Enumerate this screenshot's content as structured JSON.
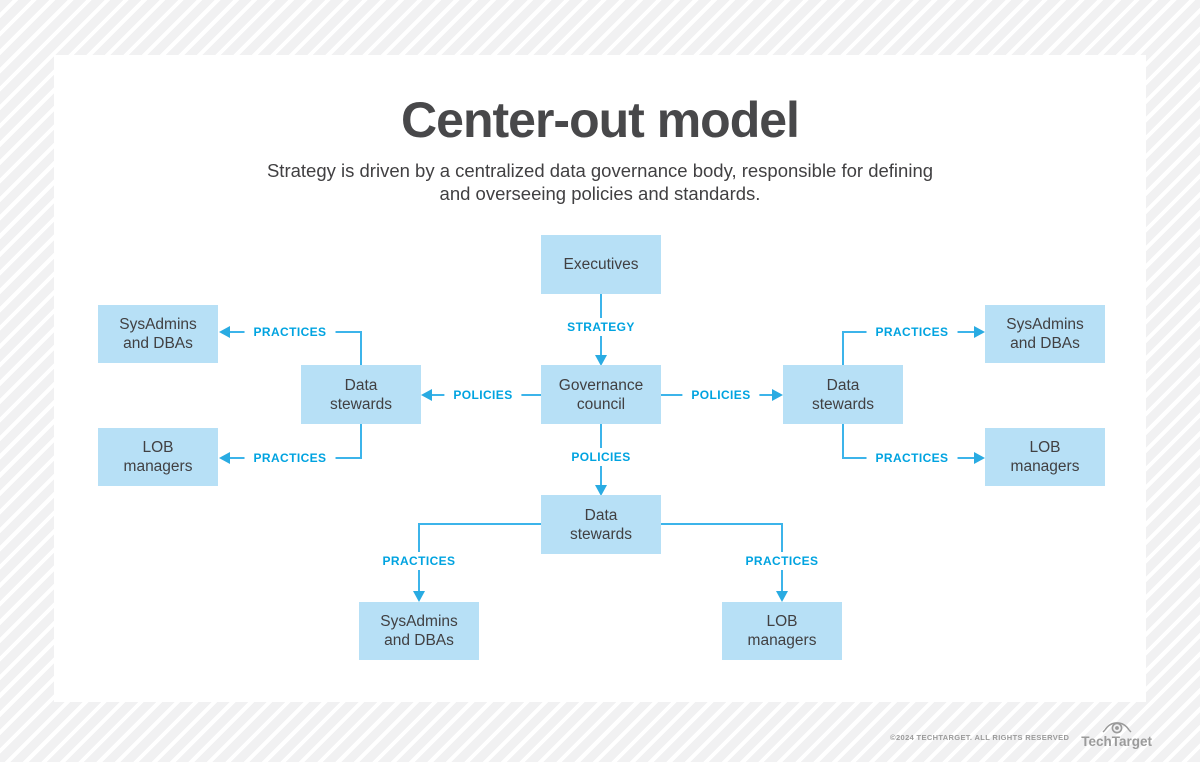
{
  "header": {
    "title": "Center-out model",
    "subtitle_line1": "Strategy is driven by a centralized data governance body, responsible for defining",
    "subtitle_line2": "and overseeing policies and standards."
  },
  "nodes": {
    "executives": "Executives",
    "governance_council": "Governance council",
    "data_stewards_left": "Data stewards",
    "data_stewards_right": "Data stewards",
    "data_stewards_bottom": "Data stewards",
    "sysadmins_left": "SysAdmins and DBAs",
    "sysadmins_right": "SysAdmins and DBAs",
    "sysadmins_bottom": "SysAdmins and DBAs",
    "lob_managers_left": "LOB managers",
    "lob_managers_right": "LOB managers",
    "lob_managers_bottom": "LOB managers"
  },
  "labels": {
    "strategy": "STRATEGY",
    "policies": "POLICIES",
    "practices": "PRACTICES"
  },
  "footer": {
    "copyright": "©2024 TECHTARGET. ALL RIGHTS RESERVED",
    "brand": "TechTarget"
  },
  "colors": {
    "node_fill": "#b7e0f6",
    "connector_line": "#3cb4ea",
    "connector_label": "#00a3e0",
    "text": "#414042",
    "stripe_background": "#f1f1f2",
    "panel": "#ffffff",
    "footer_gray": "#9b9b9b"
  }
}
